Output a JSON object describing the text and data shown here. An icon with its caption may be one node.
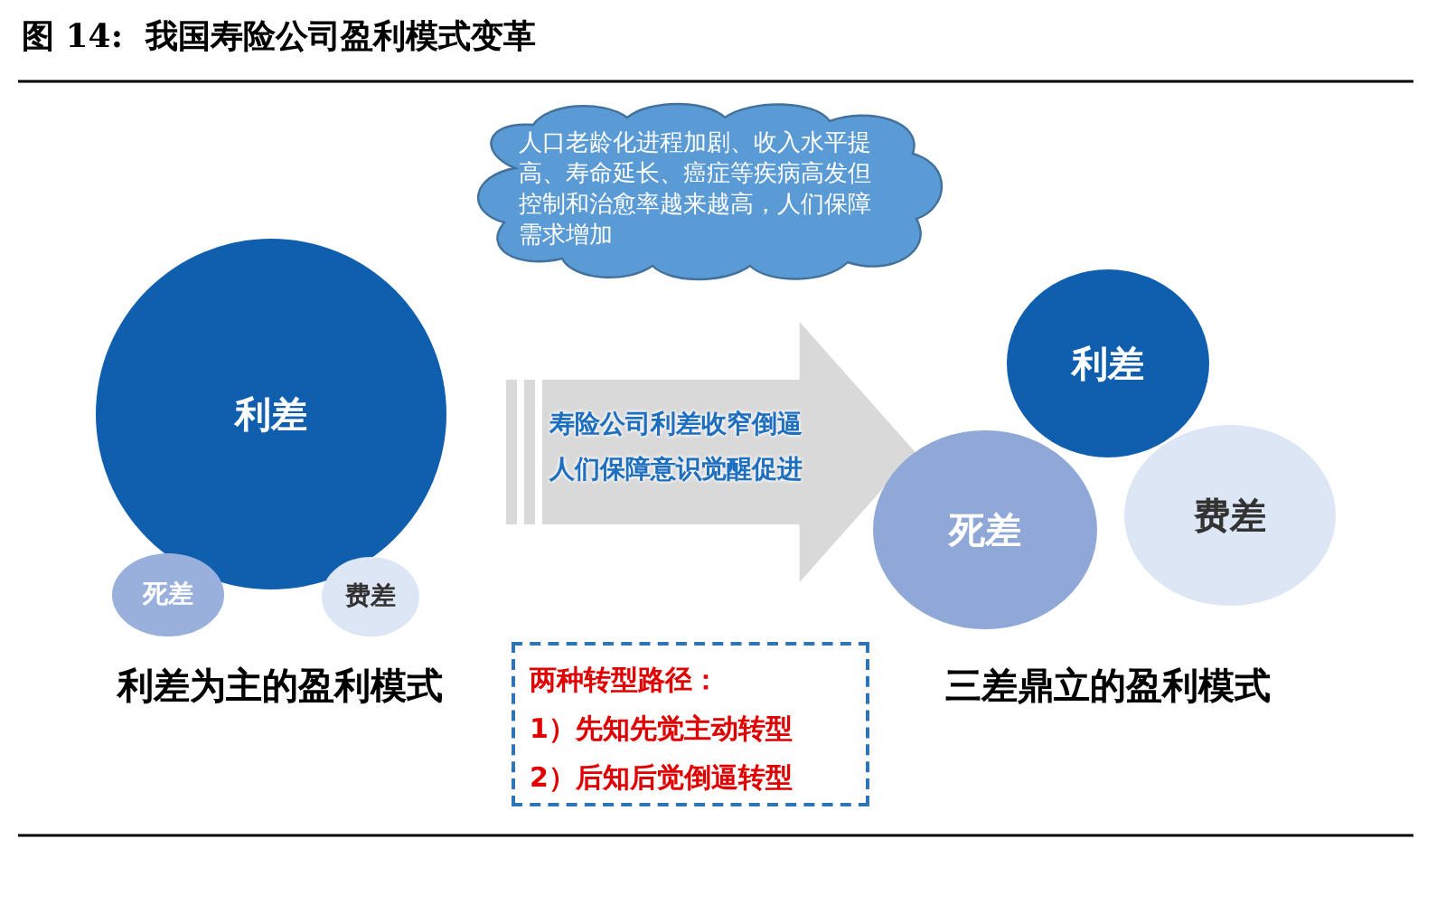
{
  "diagram": {
    "title": "图 14:  我国寿险公司盈利模式变革",
    "nodes": [
      {
        "text": [
          "人口老龄化进程加剧、收入水平提高、寿命延长、癌症等疾病高发但控制和治愈率越来越高，人们保障需求增加"
        ]
      },
      {
        "text": [
          "利差"
        ]
      },
      {
        "text": [
          "死差"
        ]
      },
      {
        "text": [
          "费差"
        ]
      },
      {
        "text": [
          "利差为主的盈利模式"
        ]
      },
      {
        "text": [
          "利差"
        ]
      },
      {
        "text": [
          "死差"
        ]
      },
      {
        "text": [
          "费差"
        ]
      },
      {
        "text": [
          "三差鼎立的盈利模式"
        ]
      },
      {
        "text": [
          "两种转型路径：",
          "1）先知先觉主动转型",
          "2）后知后觉倒逼转型"
        ]
      }
    ],
    "edges": [
      {
        "from": 1,
        "to": 6,
        "arrow": "to",
        "style": "thick"
      }
    ],
    "labels": [
      "寿险公司利差收窄倒逼",
      "人们保障意识觉醒促进"
    ]
  }
}
